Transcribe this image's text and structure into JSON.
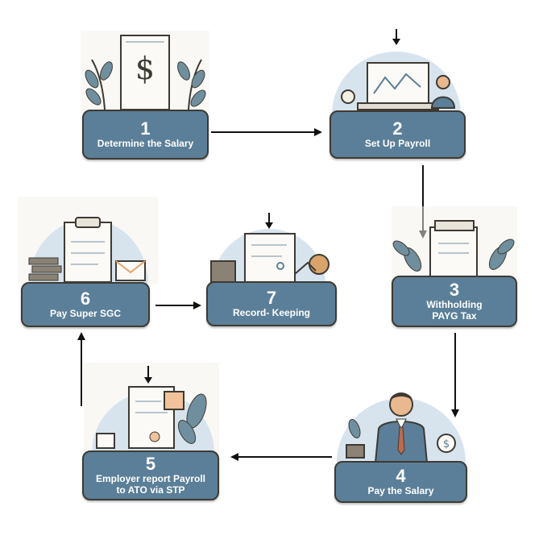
{
  "steps": [
    {
      "number": "1",
      "label": "Determine the Salary"
    },
    {
      "number": "2",
      "label": "Set Up Payroll"
    },
    {
      "number": "3",
      "label": "Withholding PAYG Tax"
    },
    {
      "number": "4",
      "label": "Pay the Salary"
    },
    {
      "number": "5",
      "label": "Employer report Payroll  to ATO via STP"
    },
    {
      "number": "6",
      "label": "Pay Super SGC"
    },
    {
      "number": "7",
      "label": "Record- Keeping"
    }
  ],
  "colors": {
    "box_fill": "#5b7f98",
    "box_border": "#3e3a33",
    "text": "#ffffff",
    "arrow": "#111111",
    "illustration_bg": "#d7e4ee",
    "leaf": "#6f8f9f"
  },
  "icons": [
    "dollar-document-icon",
    "laptop-chart-icon",
    "document-folder-icon",
    "businessman-icon",
    "report-document-icon",
    "clipboard-icon",
    "record-document-icon"
  ]
}
